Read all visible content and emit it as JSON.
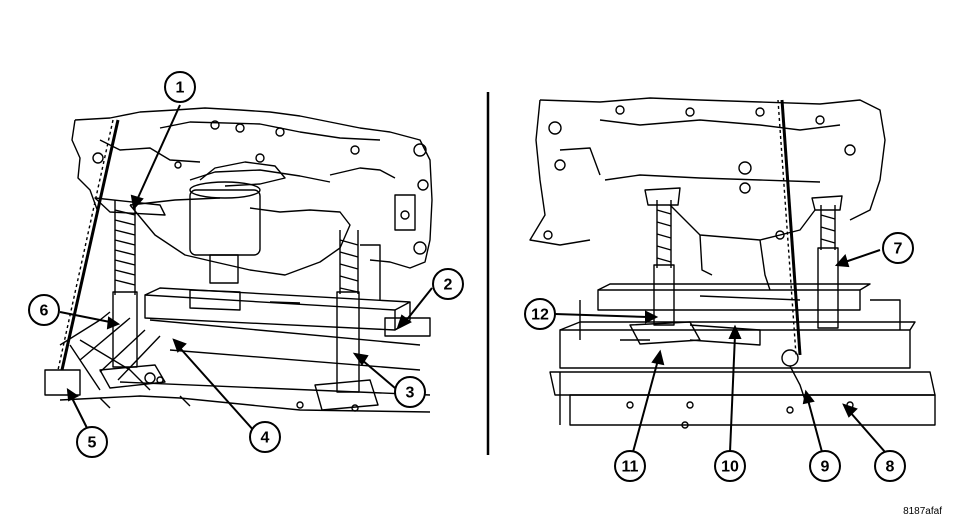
{
  "figure_id": "8187afaf",
  "callouts": [
    "1",
    "2",
    "3",
    "4",
    "5",
    "6",
    "7",
    "8",
    "9",
    "10",
    "11",
    "12"
  ],
  "colors": {
    "line": "#000000",
    "background": "#ffffff"
  }
}
